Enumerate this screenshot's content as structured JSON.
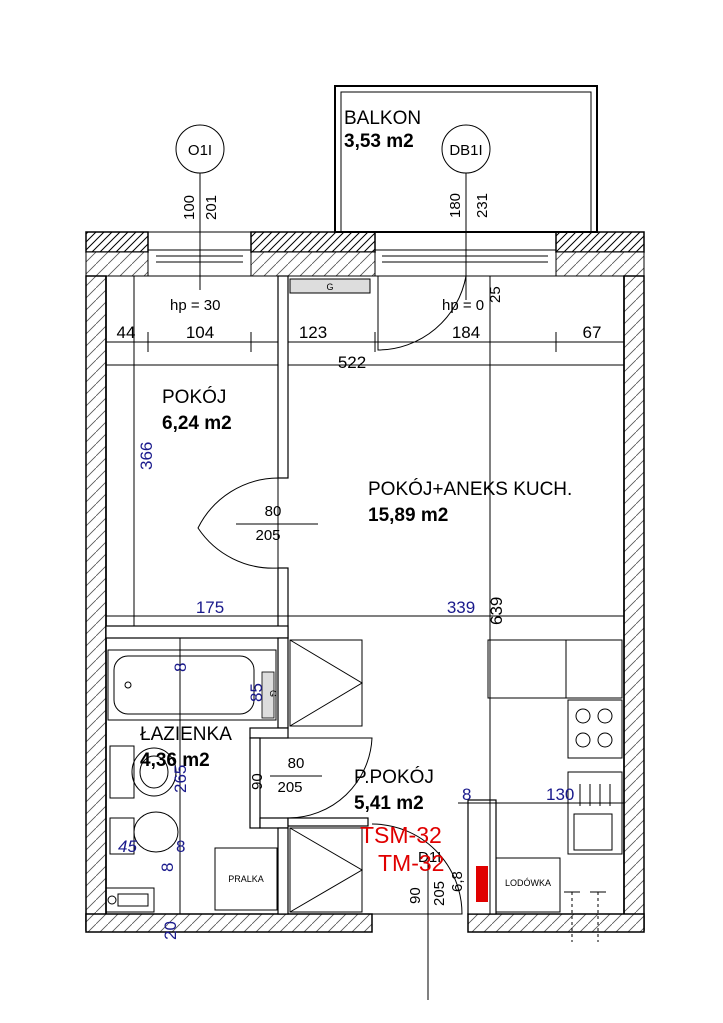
{
  "rooms": {
    "balcony": {
      "name": "BALKON",
      "area": "3,53 m2"
    },
    "room": {
      "name": "POKÓJ",
      "area": "6,24 m2"
    },
    "living": {
      "name": "POKÓJ+ANEKS KUCH.",
      "area": "15,89 m2"
    },
    "bathroom": {
      "name": "ŁAZIENKA",
      "area": "4,36 m2"
    },
    "hall": {
      "name": "P.POKÓJ",
      "area": "5,41 m2"
    }
  },
  "markers": {
    "window_left": "O1I",
    "window_right": "DB1I",
    "door_entry": "D1I"
  },
  "window_dims": {
    "left_a": "100",
    "left_b": "201",
    "right_a": "180",
    "right_b": "231",
    "hp_left": "hp = 30",
    "hp_right": "hp = 0",
    "right_sill": "25"
  },
  "top_dims": [
    "44",
    "104",
    "123",
    "184",
    "67"
  ],
  "total_width": "522",
  "vertical_dims": {
    "room_height": "366",
    "living_height": "639",
    "bath_height": "265"
  },
  "mid_dims": {
    "left": "175",
    "right": "339"
  },
  "doors": {
    "room_door": {
      "w": "80",
      "h": "205"
    },
    "bath_door": {
      "w": "80",
      "h": "205",
      "side": "90"
    },
    "entry_door": {
      "w": "90",
      "h": "205"
    }
  },
  "misc_dims": {
    "bath_wall": "8",
    "bath_tub": "85",
    "bath_small1": "45",
    "bath_small2": "8",
    "bath_small3": "8",
    "bath_bottom": "20",
    "kitchen_wall": "8",
    "kitchen_len": "130",
    "entry_small": "6,8"
  },
  "labels": {
    "gas": "G",
    "tub_g": "G",
    "washer": "PRALKA",
    "fridge": "LODÓWKA",
    "tsm": "TSM-32",
    "tm": "TM-32"
  }
}
